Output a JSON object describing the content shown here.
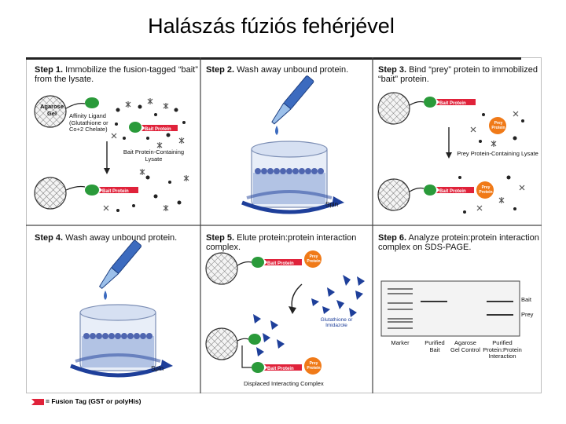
{
  "title": "Halászás fúziós fehérjével",
  "steps": [
    {
      "num": "Step 1.",
      "text": "Immobilize the fusion-tagged “bait” from the lysate."
    },
    {
      "num": "Step 2.",
      "text": "Wash away unbound protein."
    },
    {
      "num": "Step 3.",
      "text": "Bind “prey” protein to immobilized “bait” protein."
    },
    {
      "num": "Step 4.",
      "text": "Wash away unbound protein."
    },
    {
      "num": "Step 5.",
      "text": "Elute protein:protein interaction complex."
    },
    {
      "num": "Step 6.",
      "text": "Analyze protein:protein interaction complex on SDS-PAGE."
    }
  ],
  "labels": {
    "agarose_gel": "Agarose Gel",
    "affinity_ligand": "Affinity Ligand (Glutathione or Co+2 Chelate)",
    "bait_protein": "Bait Protein",
    "prey_protein": "Prey Protein",
    "bait_lysate": "Bait Protein-Containing Lysate",
    "prey_lysate": "Prey Protein-Containing Lysate",
    "spin": "Spin",
    "eluent": "Glutathione or Imidazole",
    "displaced": "Displaced Interacting Complex",
    "gel_bait": "Bait",
    "gel_prey": "Prey",
    "lane_marker": "Marker",
    "lane_purified_bait": "Purified Bait",
    "lane_agarose_control": "Agarose Gel Control",
    "lane_interaction": "Purified Protein:Protein Interaction"
  },
  "legend": "= Fusion Tag (GST or polyHis)",
  "colors": {
    "fusion_tag": "#e0223a",
    "bait": "#2a9a3a",
    "prey": "#f07a18",
    "eluent": "#1e3f9a",
    "bead_fill": "#7f93c9"
  }
}
